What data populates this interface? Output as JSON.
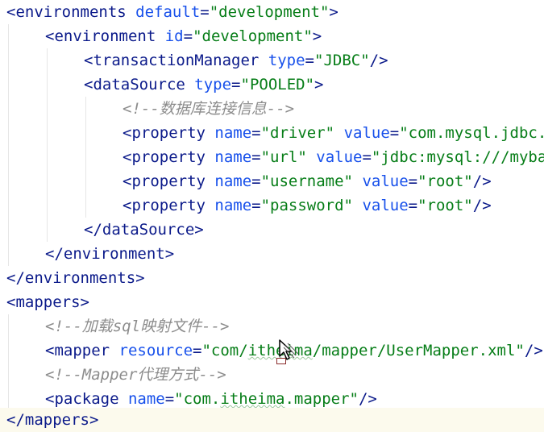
{
  "lines": [
    {
      "t1": "<environments ",
      "a1": "default",
      "eq1": "=",
      "v1": "\"development\"",
      "t2": ">"
    },
    {
      "t1": "<environment ",
      "a1": "id",
      "eq1": "=",
      "v1": "\"development\"",
      "t2": ">"
    },
    {
      "t1": "<transactionManager ",
      "a1": "type",
      "eq1": "=",
      "v1": "\"JDBC\"",
      "t2": "/>"
    },
    {
      "t1": "<dataSource ",
      "a1": "type",
      "eq1": "=",
      "v1": "\"POOLED\"",
      "t2": ">"
    },
    {
      "c": "<!--数据库连接信息-->"
    },
    {
      "t1": "<property ",
      "a1": "name",
      "eq1": "=",
      "v1": "\"driver\"",
      "sp": " ",
      "a2": "value",
      "eq2": "=",
      "v2": "\"com.mysql.jdbc.Driver\"",
      "t2": "/>"
    },
    {
      "t1": "<property ",
      "a1": "name",
      "eq1": "=",
      "v1": "\"url\"",
      "sp": " ",
      "a2": "value",
      "eq2": "=",
      "v2": "\"jdbc:mysql:///mybatis?useSSL=false\"",
      "t2": "/>"
    },
    {
      "t1": "<property ",
      "a1": "name",
      "eq1": "=",
      "v1": "\"username\"",
      "sp": " ",
      "a2": "value",
      "eq2": "=",
      "v2": "\"root\"",
      "t2": "/>"
    },
    {
      "t1": "<property ",
      "a1": "name",
      "eq1": "=",
      "v1": "\"password\"",
      "sp": " ",
      "a2": "value",
      "eq2": "=",
      "v2": "\"root\"",
      "t2": "/>"
    },
    {
      "t1": "</dataSource>"
    },
    {
      "t1": "</environment>"
    },
    {
      "t1": "</environments>"
    },
    {
      "t1": "<mappers>"
    },
    {
      "c": "<!--加载sql映射文件-->"
    },
    {
      "t1": "<mapper ",
      "a1": "resource",
      "eq1": "=",
      "v1a": "\"com/",
      "v1s": "itheima",
      "v1b": "/mapper/UserMapper.xml\"",
      "t2": "/>"
    },
    {
      "c": "<!--Mapper代理方式-->"
    },
    {
      "t1": "<package ",
      "a1": "name",
      "eq1": "=",
      "v1a": "\"com.",
      "v1s": "itheima",
      "v1b": ".mapper\"",
      "t2": "/>"
    },
    {
      "t1": "</mappers>"
    }
  ]
}
